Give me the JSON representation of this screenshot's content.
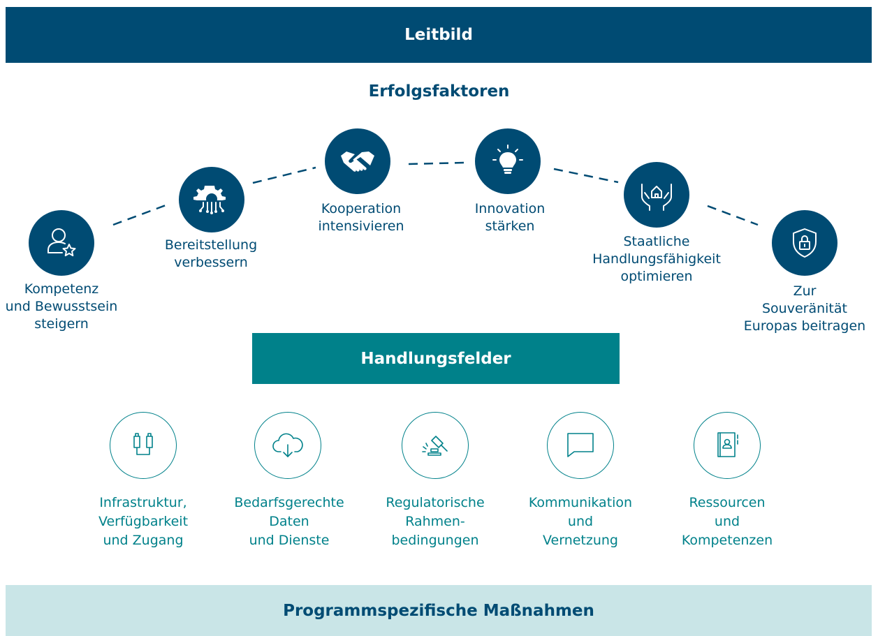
{
  "leitbild": {
    "label": "Leitbild"
  },
  "erfolgsfaktoren": {
    "title": "Erfolgsfaktoren",
    "items": [
      {
        "icon": "person-star-icon",
        "label": "Kompetenz\nund Bewusstsein\nsteigern"
      },
      {
        "icon": "gear-circuit-icon",
        "label": "Bereitstellung\nverbessern"
      },
      {
        "icon": "handshake-icon",
        "label": "Kooperation\nintensivieren"
      },
      {
        "icon": "lightbulb-icon",
        "label": "Innovation\nstärken"
      },
      {
        "icon": "hands-house-icon",
        "label": "Staatliche\nHandlungsfähigkeit\noptimieren"
      },
      {
        "icon": "shield-lock-icon",
        "label": "Zur\nSouveränität\nEuropas beitragen"
      }
    ]
  },
  "handlungsfelder": {
    "title": "Handlungsfelder",
    "items": [
      {
        "icon": "infrastructure-icon",
        "label": "Infrastruktur,\nVerfügbarkeit\nund Zugang"
      },
      {
        "icon": "cloud-download-icon",
        "label": "Bedarfsgerechte\nDaten\nund Dienste"
      },
      {
        "icon": "gavel-icon",
        "label": "Regulatorische\nRahmen-\nbedingungen"
      },
      {
        "icon": "speech-bubble-icon",
        "label": "Kommunikation\nund\nVernetzung"
      },
      {
        "icon": "address-book-icon",
        "label": "Ressourcen\nund\nKompetenzen"
      }
    ]
  },
  "massnahmen": {
    "label": "Programmspezifische Maßnahmen"
  },
  "colors": {
    "dark_blue": "#004b73",
    "teal": "#00818a",
    "light_teal": "#c9e5e7"
  }
}
